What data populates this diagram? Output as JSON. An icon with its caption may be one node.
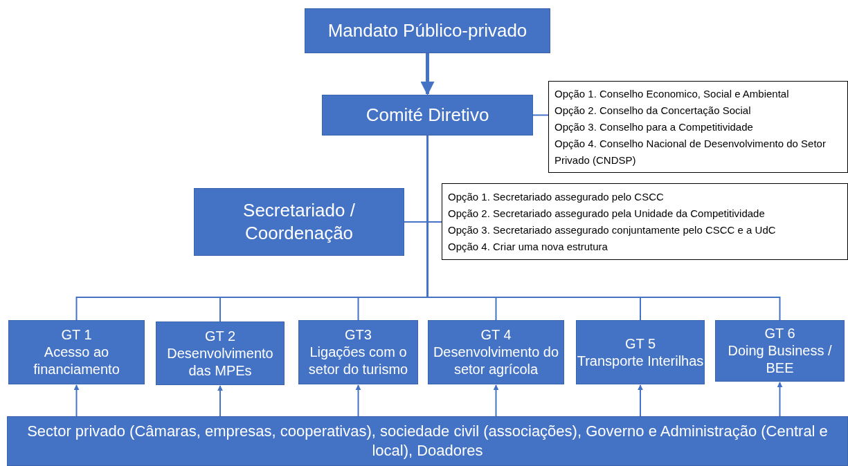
{
  "diagram": {
    "nodes": [
      {
        "text": [
          "Mandato Público-privado"
        ]
      },
      {
        "text": [
          "Comité Diretivo"
        ]
      },
      {
        "text": [
          "Opção 1. Conselho Economico, Social e Ambiental",
          "Opção 2. Conselho da Concertação Social",
          "Opção 3. Conselho para a Competitividade",
          "Opção 4. Conselho Nacional de Desenvolvimento do Setor Privado (CNDSP)"
        ]
      },
      {
        "text": [
          "Secretariado / Coordenação"
        ]
      },
      {
        "text": [
          "Opção 1. Secretariado assegurado pelo CSCC",
          "Opção 2. Secretariado assegurado pela Unidade da Competitividade",
          "Opção 3. Secretariado assegurado conjuntamente pelo CSCC e a UdC",
          "Opção 4. Criar uma nova estrutura"
        ]
      },
      {
        "text": [
          "GT 1",
          "Acesso ao financiamento"
        ]
      },
      {
        "text": [
          "GT 2",
          "Desenvolvimento das MPEs"
        ]
      },
      {
        "text": [
          "GT3",
          "Ligações com o setor do turismo"
        ]
      },
      {
        "text": [
          "GT 4",
          "Desenvolvimento do setor agrícola"
        ]
      },
      {
        "text": [
          "GT 5",
          "Transporte Interilhas"
        ]
      },
      {
        "text": [
          "GT 6",
          "Doing Business / BEE"
        ]
      },
      {
        "text": [
          "Sector privado (Câmaras, empresas, cooperativas), sociedade civil (associações), Governo e Administração (Central e local), Doadores"
        ]
      }
    ],
    "edges": [
      {
        "from": 0,
        "to": 1,
        "arrow": "to",
        "style": "thick"
      },
      {
        "from": 1,
        "to": 2,
        "arrow": "none"
      },
      {
        "from": 3,
        "to": 4,
        "arrow": "none"
      },
      {
        "from": 1,
        "to": 5,
        "arrow": "none"
      },
      {
        "from": 1,
        "to": 6,
        "arrow": "none"
      },
      {
        "from": 1,
        "to": 7,
        "arrow": "none"
      },
      {
        "from": 1,
        "to": 8,
        "arrow": "none"
      },
      {
        "from": 1,
        "to": 9,
        "arrow": "none"
      },
      {
        "from": 1,
        "to": 10,
        "arrow": "none"
      },
      {
        "from": 11,
        "to": 5,
        "arrow": "to"
      },
      {
        "from": 11,
        "to": 6,
        "arrow": "to"
      },
      {
        "from": 11,
        "to": 7,
        "arrow": "to"
      },
      {
        "from": 11,
        "to": 8,
        "arrow": "to"
      },
      {
        "from": 11,
        "to": 9,
        "arrow": "to"
      },
      {
        "from": 11,
        "to": 10,
        "arrow": "to"
      }
    ]
  }
}
